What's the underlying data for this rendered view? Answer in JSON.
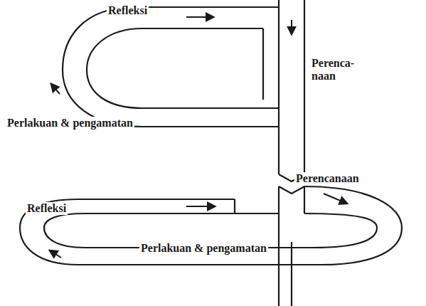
{
  "diagram": {
    "labels": [
      "Refleksi",
      "Perenca- naan",
      "Perlakuan & pengamatan",
      "Perencanaan",
      "Refleksi",
      "Perlakuan & pengamatan"
    ]
  }
}
